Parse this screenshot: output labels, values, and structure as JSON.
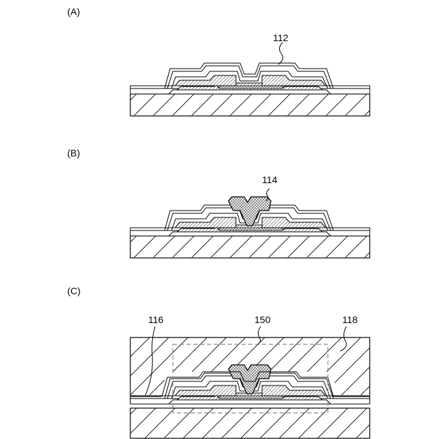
{
  "panels": [
    {
      "label": "(A)",
      "refs": [
        "112"
      ]
    },
    {
      "label": "(B)",
      "refs": [
        "114"
      ]
    },
    {
      "label": "(C)",
      "refs": [
        "116",
        "150",
        "118"
      ]
    }
  ],
  "colors": {
    "line": "#000000",
    "background": "#ffffff",
    "dashed_box": "#888888"
  }
}
